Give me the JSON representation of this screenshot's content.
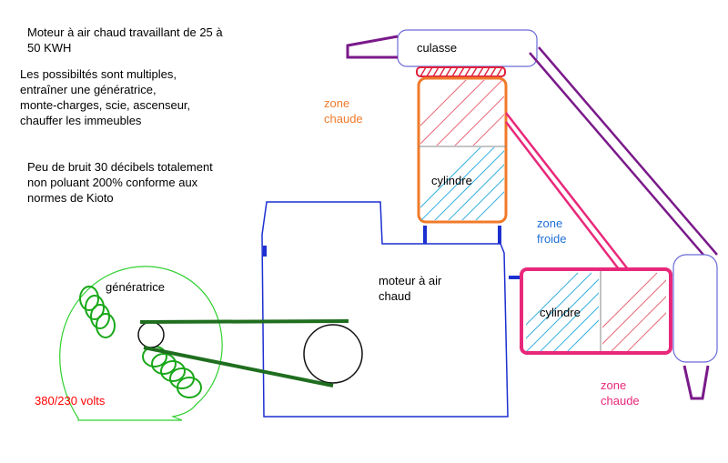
{
  "notes": {
    "title_line1": "Moteur à air chaud travaillant de 25  à",
    "title_line2": "50 KWH",
    "uses": "Les possibiltés sont multiples,\nentraîner une génératrice,\nmonte-charges, scie, ascenseur,\nchauffer les immeubles",
    "noise": "Peu de bruit 30 décibels totalement\nnon poluant 200% conforme aux\nnormes de Kioto"
  },
  "labels": {
    "culasse": "culasse",
    "zone_chaude_top": "zone\nchaude",
    "cylindre_top": "cylindre",
    "zone_froide": "zone\nfroide",
    "moteur": "moteur à air\nchaud",
    "generatrice": "génératrice",
    "cylindre_right": "cylindre",
    "volts": "380/230 volts",
    "zone_chaude_bottom": "zone\nchaude"
  },
  "colors": {
    "orange": "#f07a2a",
    "pink": "#e8287a",
    "purple": "#7a1a8a",
    "blue": "#1c2fd0",
    "green": "#18a818",
    "dark_green": "#1f6e1f",
    "red_text": "#ff0000",
    "blue_text": "#1f6fd6",
    "hatch_blue": "#3ab0e0"
  }
}
